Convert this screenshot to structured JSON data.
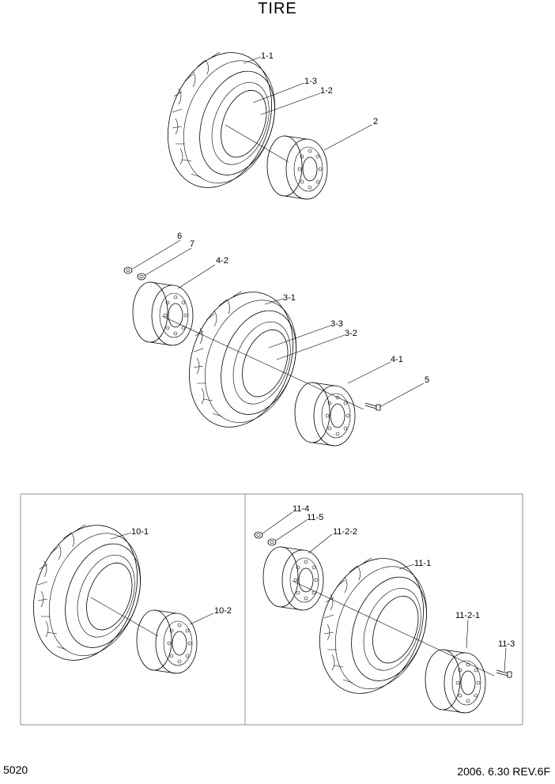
{
  "title": "TIRE",
  "page_number": "5020",
  "revision": "2006. 6.30 REV.6F",
  "labels": {
    "a1_1": "1-1",
    "a1_3": "1-3",
    "a1_2": "1-2",
    "a2": "2",
    "b6": "6",
    "b7": "7",
    "b4_2": "4-2",
    "b3_1": "3-1",
    "b3_3": "3-3",
    "b3_2": "3-2",
    "b4_1": "4-1",
    "b5": "5",
    "c10_1": "10-1",
    "c10_2": "10-2",
    "d11_4": "11-4",
    "d11_5": "11-5",
    "d11_2_2": "11-2-2",
    "d11_1": "11-1",
    "d11_2_1": "11-2-1",
    "d11_3": "11-3"
  }
}
